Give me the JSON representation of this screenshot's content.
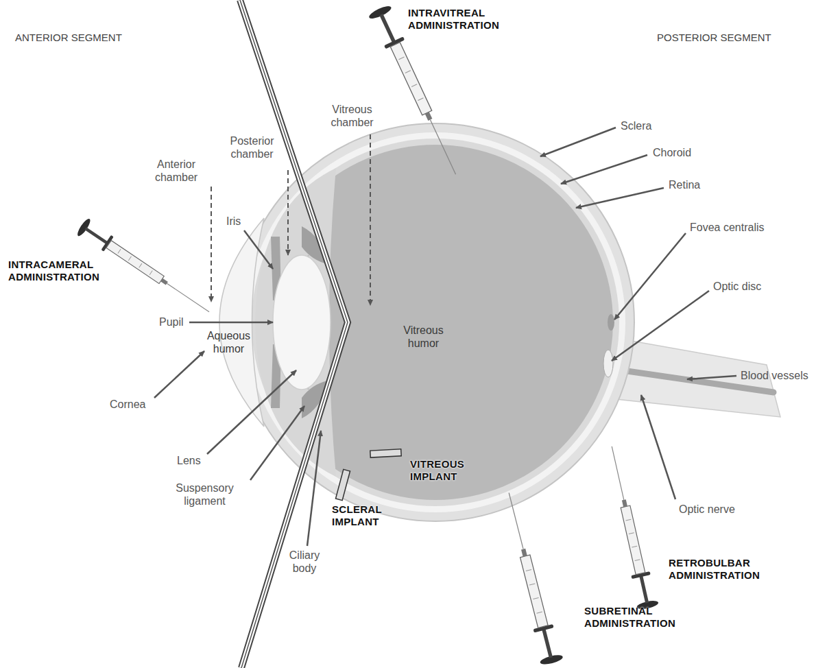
{
  "diagram": {
    "labels": [
      "ANTERIOR SEGMENT",
      "POSTERIOR SEGMENT",
      "INTRAVITREAL ADMINISTRATION",
      "Vitreous chamber",
      "Posterior chamber",
      "Anterior chamber",
      "Iris",
      "INTRACAMERAL ADMINISTRATION",
      "Pupil",
      "Aqueous humor",
      "Cornea",
      "Lens",
      "Suspensory ligament",
      "Ciliary body",
      "SCLERAL IMPLANT",
      "VITREOUS IMPLANT",
      "Vitreous humor",
      "Sclera",
      "Choroid",
      "Retina",
      "Fovea centralis",
      "Optic disc",
      "Blood vessels",
      "Optic nerve",
      "RETROBULBAR ADMINISTRATION",
      "SUBRETINAL ADMINISTRATION"
    ]
  }
}
